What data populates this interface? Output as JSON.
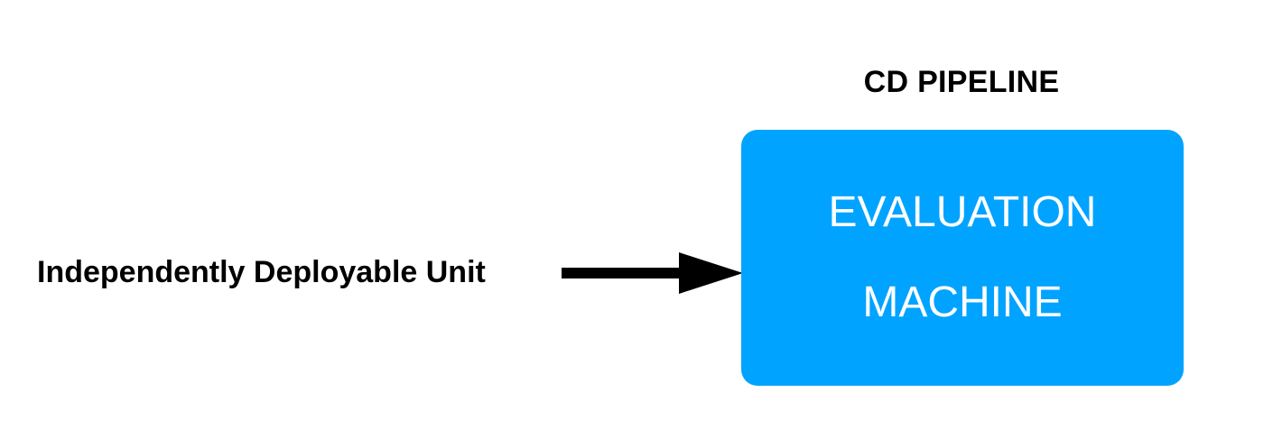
{
  "diagram": {
    "pipeline_title": "CD PIPELINE",
    "input_label": "Independently Deployable Unit",
    "machine": {
      "line1": "EVALUATION",
      "line2": "MACHINE",
      "fill_color": "#00a3ff",
      "text_color": "#ffffff"
    },
    "arrow": {
      "icon": "right-arrow-icon",
      "color": "#000000"
    }
  }
}
